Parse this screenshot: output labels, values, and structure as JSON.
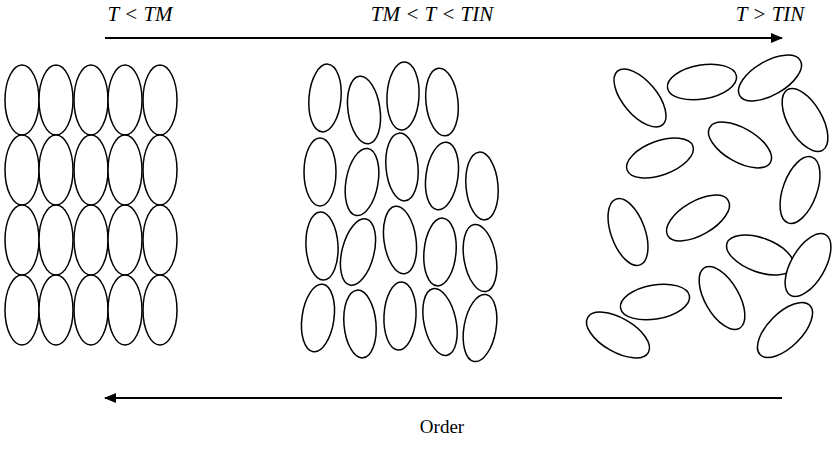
{
  "diagram": {
    "labels": [
      "T < TM",
      "TM < T < TIN",
      "T > TIN",
      "Order"
    ]
  }
}
